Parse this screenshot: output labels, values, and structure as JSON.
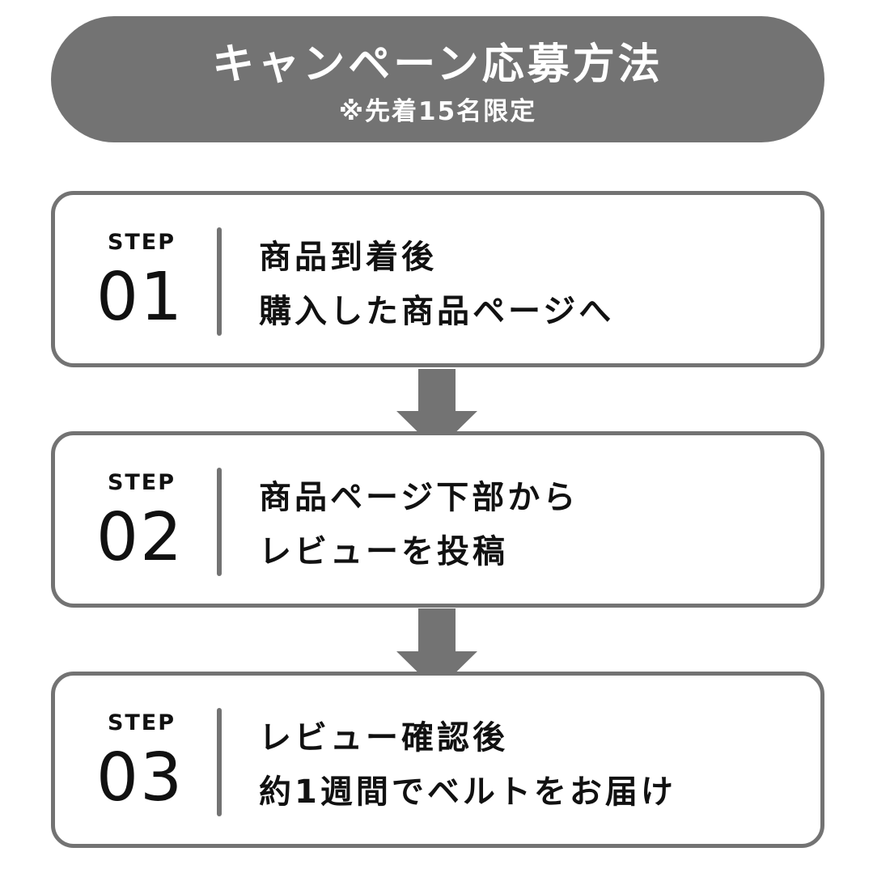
{
  "header": {
    "title": "キャンペーン応募方法",
    "subtitle": "※先着15名限定"
  },
  "steps": [
    {
      "label": "STEP",
      "number": "01",
      "line1": "商品到着後",
      "line2": "購入した商品ページへ"
    },
    {
      "label": "STEP",
      "number": "02",
      "line1": "商品ページ下部から",
      "line2": "レビューを投稿"
    },
    {
      "label": "STEP",
      "number": "03",
      "line1": "レビュー確認後",
      "line2": "約1週間でベルトをお届け"
    }
  ],
  "colors": {
    "accent": "#737373",
    "text": "#111111",
    "background": "#ffffff"
  }
}
